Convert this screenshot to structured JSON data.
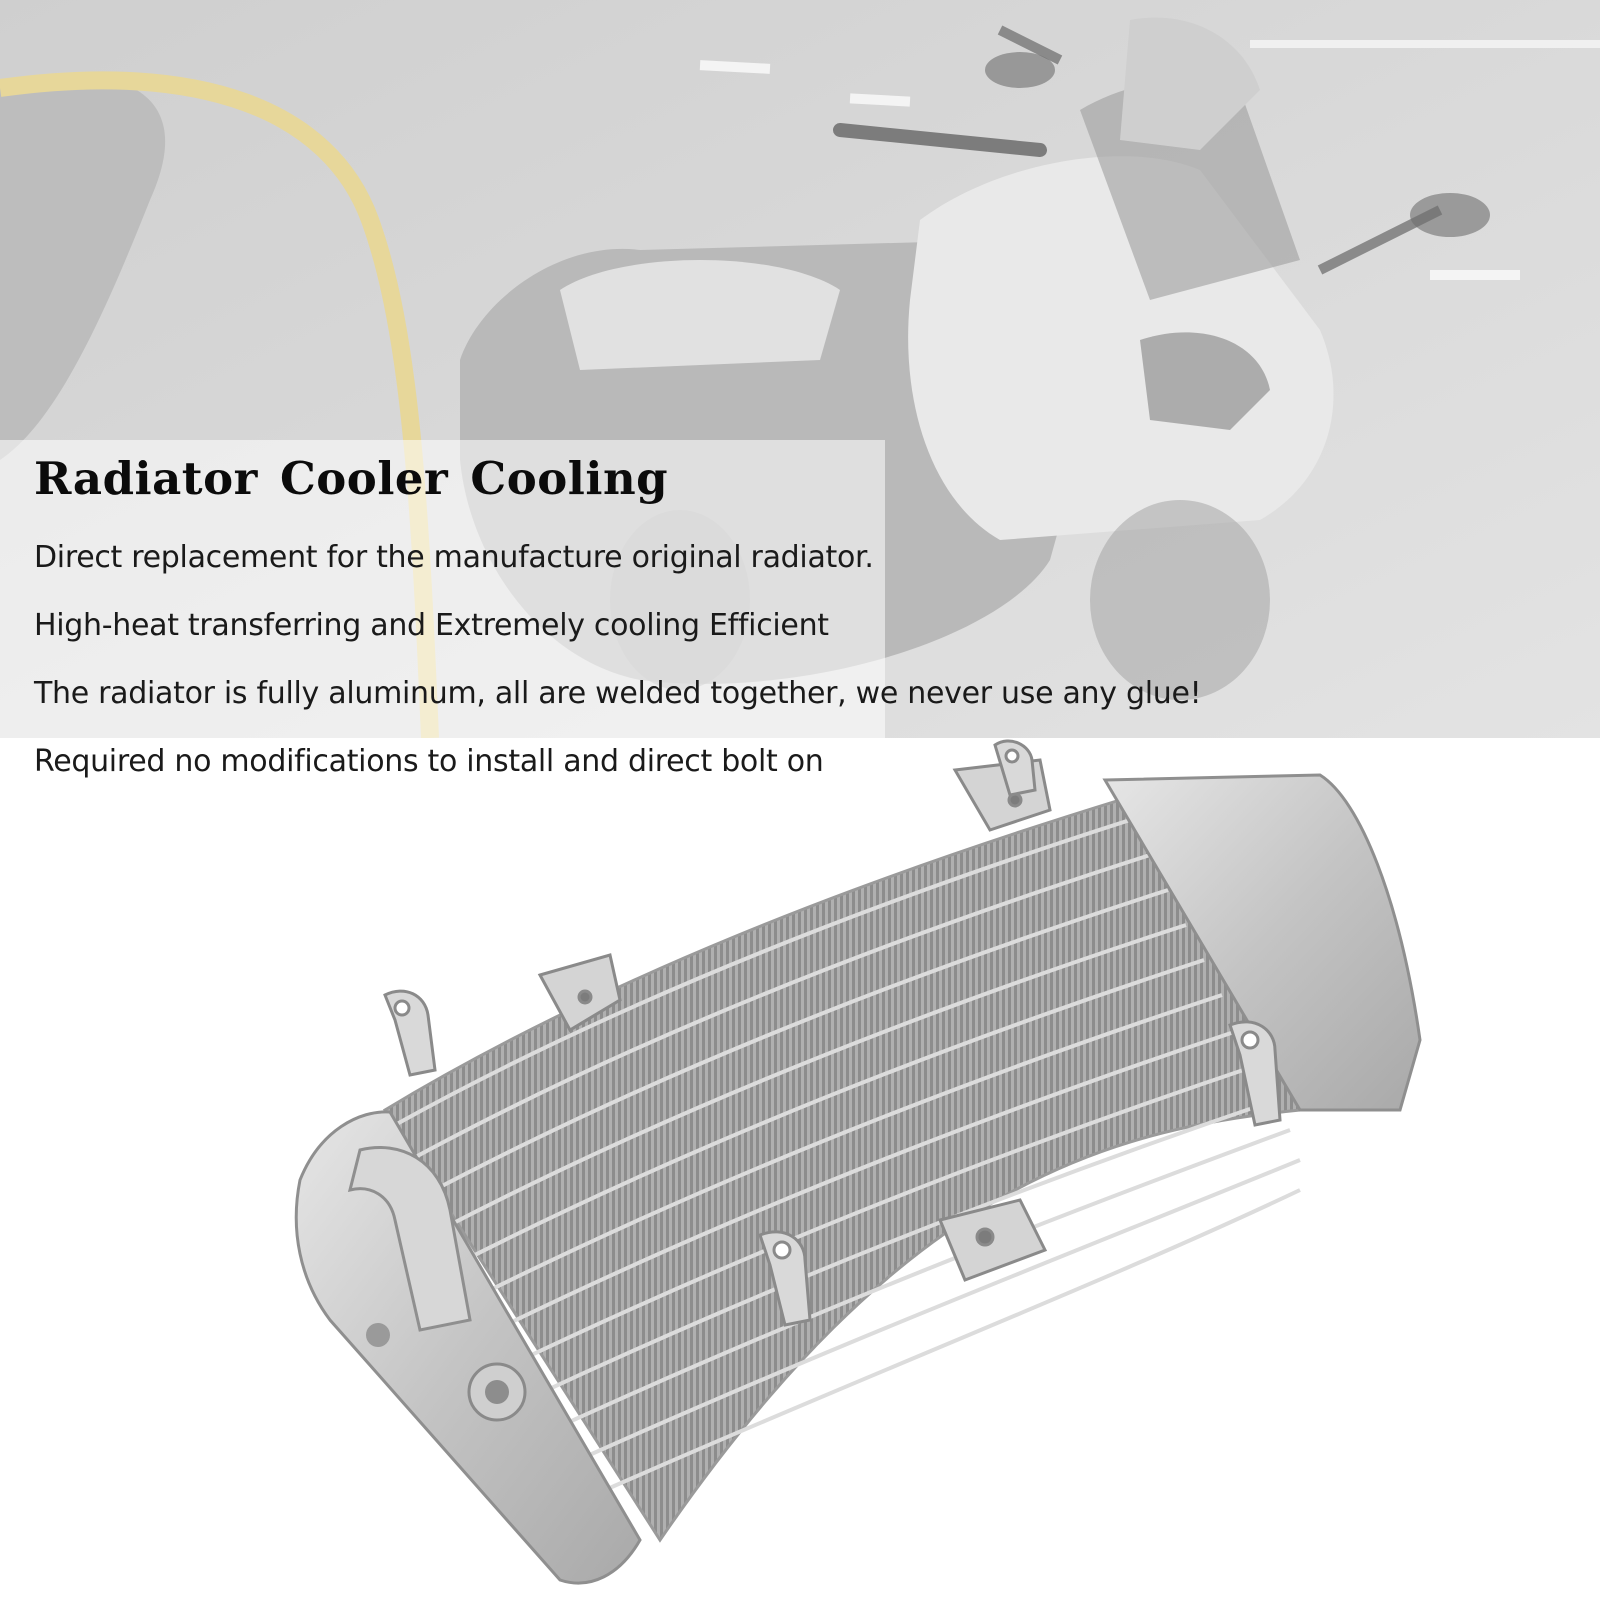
{
  "banner": {
    "title": "Radiator Cooler Cooling",
    "features": [
      "Direct replacement for the manufacture original radiator.",
      "High-heat transferring and Extremely cooling Efficient",
      "The radiator is fully aluminum, all are welded together, we never use any glue!",
      "Required no modifications to install and direct bolt on"
    ]
  },
  "colors": {
    "road": "#d8d8d8",
    "lane_line": "#e7d79a",
    "aluminum": "#c9c9c9",
    "fin": "#8f8f8f",
    "text": "#1a1a1a"
  },
  "images": {
    "background": "motorcycle-scooter-photo",
    "product": "aluminum-radiator-photo"
  }
}
